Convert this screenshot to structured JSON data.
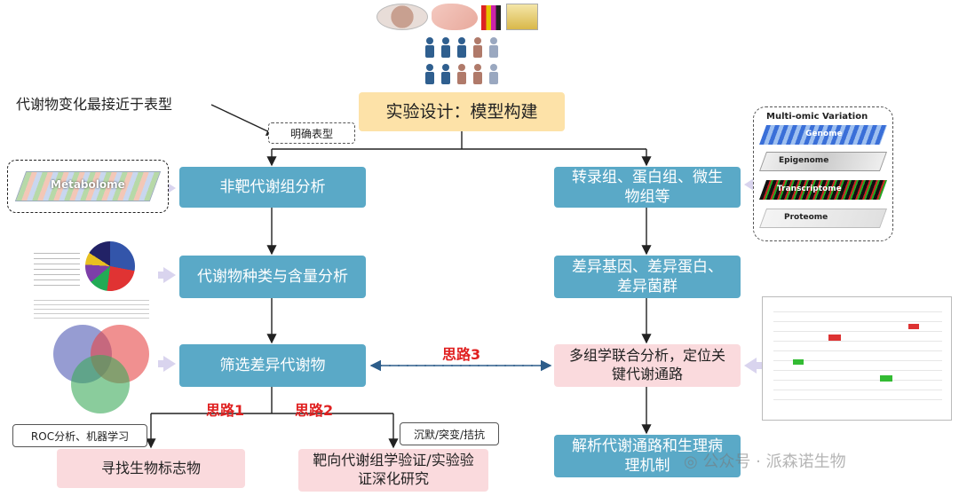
{
  "top_note": "代谢物变化最接近于表型",
  "phenotype_note": "明确表型",
  "top_box": "实验设计：模型构建",
  "left_boxes": [
    "非靶代谢组分析",
    "代谢物种类与含量分析",
    "筛选差异代谢物"
  ],
  "right_boxes": [
    "转录组、蛋白组、微生物组等",
    "差异基因、差异蛋白、差异菌群",
    "多组学联合分析，定位关键代谢通路",
    "解析代谢通路和生理病理机制"
  ],
  "bottom_boxes": [
    "寻找生物标志物",
    "靶向代谢组学验证/实验验证深化研究"
  ],
  "notes": {
    "roc": "ROC分析、机器学习",
    "silence": "沉默/突变/拮抗"
  },
  "ideas": {
    "idea1": "思路1",
    "idea2": "思路2",
    "idea3": "思路3"
  },
  "omics_panel": {
    "title": "Multi-omic Variation",
    "items": [
      "Genome",
      "Epigenome",
      "Transcriptome",
      "Proteome"
    ]
  },
  "metabolome_label": "Metabolome",
  "watermark": "公众号 · 派森诺生物"
}
